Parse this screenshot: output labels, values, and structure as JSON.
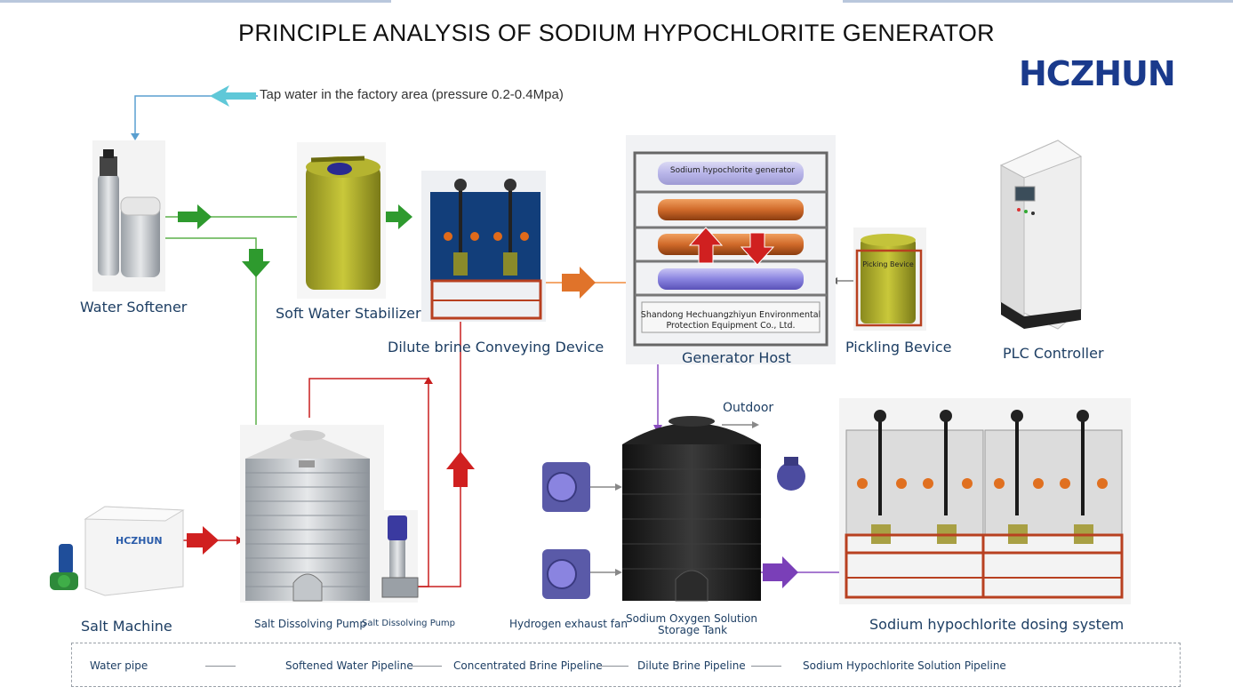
{
  "title": "PRINCIPLE ANALYSIS OF SODIUM HYPOCHLORITE GENERATOR",
  "brand": "HCZHUN",
  "brand_color": "#1a3a8c",
  "tap_water": "Tap water in the factory area (pressure 0.2-0.4Mpa)",
  "labels": {
    "water_softener": "Water Softener",
    "soft_water_stabilizer": "Soft Water Stabilizer",
    "dilute_brine": "Dilute brine Conveying Device",
    "generator_host": "Generator Host",
    "pickling": "Pickling Bevice",
    "plc": "PLC Controller",
    "outdoor": "Outdoor",
    "salt_machine": "Salt Machine",
    "salt_pump_1": "Salt Dissolving Pump",
    "salt_pump_2": "Salt Dissolving Pump",
    "hydrogen_fan": "Hydrogen exhaust fan",
    "storage_line1": "Sodium Oxygen Solution",
    "storage_line2": "Storage Tank",
    "dosing": "Sodium hypochlorite dosing system"
  },
  "equipment_text": {
    "generator_tube": "Sodium hypochlorite generator",
    "company_line1": "Shandong Hechuangzhiyun Environmental",
    "company_line2": "Protection Equipment Co., Ltd.",
    "pickling_tank": "Picking Bevice",
    "salt_machine_brand": "HCZHUN"
  },
  "legend": [
    "Water pipe",
    "Softened Water Pipeline",
    "Concentrated Brine Pipeline",
    "Dilute Brine Pipeline",
    "Sodium Hypochlorite Solution Pipeline"
  ],
  "colors": {
    "water_pipe": "#5a9fd0",
    "softened_pipe": "#5bb04a",
    "brine_pipe": "#c81e1e",
    "dilute_pipe": "#f08a3c",
    "hypochlorite_pipe": "#8a4fc0",
    "label_text": "#1d3e63"
  }
}
